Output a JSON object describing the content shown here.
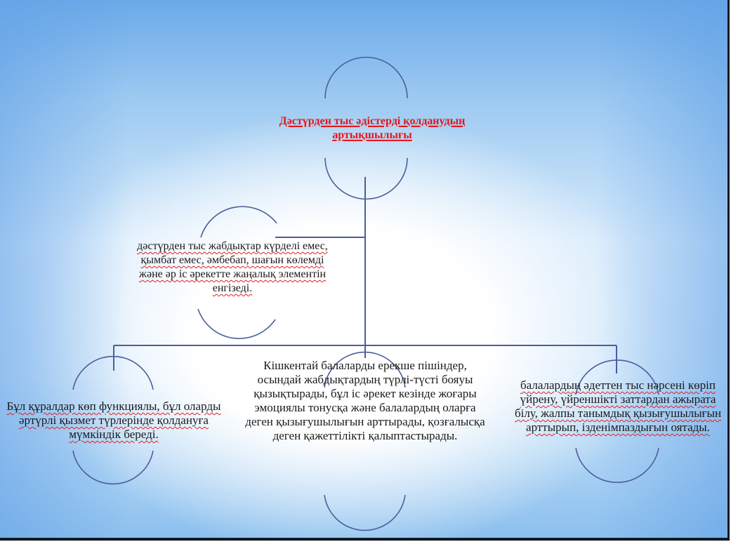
{
  "diagram": {
    "title": "Дәстүрден тыс әдістерді қолданудың артықшылығы",
    "nodes": {
      "left": "дәстүрден тыс жабдықтар күрделі емес, қымбат емес, әмбебап, шағын көлемді және әр іс әрекетте жаңалық элементін енгізеді.",
      "bottom_left": "Бұл құралдар көп функциялы, бұл оларды әртүрлі қызмет түрлерінде қолдануға мүмкіндік береді.",
      "bottom_center": "Кішкентай балаларды ерекше пішіндер, осындай жабдықтардың түрлі-түсті бояуы қызықтырады, бұл іс әрекет кезінде жоғары эмоциялы тонусқа және балалардың оларға деген қызығушылығын арттырады, қозғалысқа деген қажеттілікті қалыптастырады.",
      "bottom_right": "балалардың әдеттен тыс нәрсені көріп үйрену, үйреншікті заттардан ажырата білу, жалпы танымдық қызығушылығын арттырып, ізденімпаздығын оятады."
    },
    "colors": {
      "title": "#e8141b",
      "connector": "#4a5f9a",
      "text": "#1a1a1a",
      "spellcheck": "#e02020"
    }
  }
}
